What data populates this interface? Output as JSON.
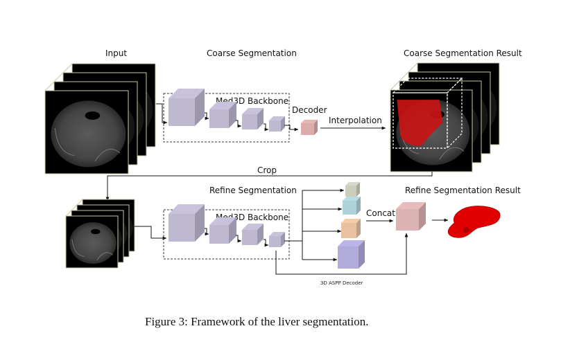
{
  "figure": {
    "caption": "Figure 3: Framework of the liver segmentation.",
    "labels": {
      "input": "Input",
      "coarse_segmentation": "Coarse Segmentation",
      "coarse_result": "Coarse Segmentation Result",
      "backbone_top": "Med3D Backbone",
      "decoder": "Decoder",
      "interpolation": "Interpolation",
      "crop": "Crop",
      "refine_segmentation": "Refine Segmentation",
      "backbone_bottom": "Med3D Backbone",
      "concat": "Concat",
      "refine_result": "Refine Segmentation Result",
      "aspp_decoder": "3D ASPP Decoder"
    },
    "colors": {
      "backbone_cube": "#c9c2dc",
      "decoder_cube": "#e8b4b4",
      "aspp_cube_1": "#d8d8c8",
      "aspp_cube_2": "#b8dce4",
      "aspp_cube_3": "#f4cca8",
      "aspp_cube_4": "#bab4e8",
      "concat_cube": "#e8bcbc",
      "liver_mask": "#c81414",
      "liver_3d": "#e00000",
      "ct_background": "#000000"
    }
  }
}
